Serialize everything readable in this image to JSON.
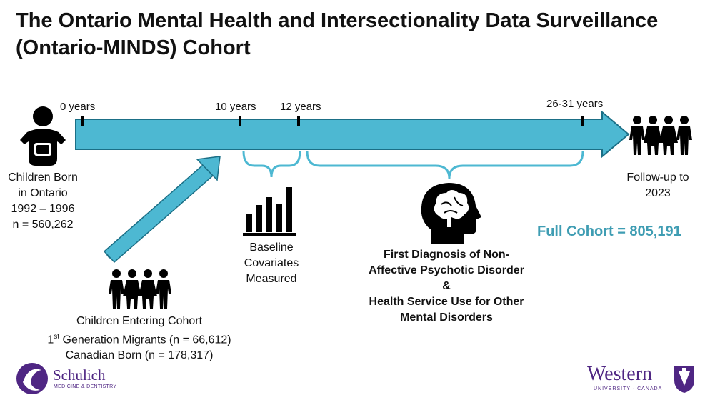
{
  "title": "The Ontario Mental Health and Intersectionality Data Surveillance (Ontario-MINDS) Cohort",
  "timeline": {
    "ticks": [
      "0 years",
      "10 years",
      "12 years",
      "26-31 years"
    ]
  },
  "born": {
    "line1": "Children Born",
    "line2": "in Ontario",
    "line3": "1992 – 1996",
    "line4": "n = 560,262"
  },
  "followup": {
    "line1": "Follow-up to",
    "line2": "2023"
  },
  "full_cohort": "Full Cohort = 805,191",
  "baseline": {
    "line1": "Baseline",
    "line2": "Covariates",
    "line3": "Measured"
  },
  "diagnosis": {
    "line1": "First Diagnosis of Non-",
    "line2": "Affective Psychotic Disorder",
    "line3": "&",
    "line4": "Health Service Use for Other",
    "line5": "Mental Disorders"
  },
  "entering": {
    "line1": "Children Entering Cohort",
    "line2_num": "1",
    "line2_sup": "st",
    "line2_rest": " Generation Migrants (n = 66,612)",
    "line3": "Canadian Born (n = 178,317)"
  },
  "logos": {
    "schulich_name": "Schulich",
    "schulich_sub": "MEDICINE & DENTISTRY",
    "western_name": "Western",
    "western_sub": "UNIVERSITY · CANADA"
  },
  "colors": {
    "arrow_fill": "#4db8d2",
    "arrow_stroke": "#1b6f86",
    "bracket": "#4db8d2",
    "accent_text": "#3f9db3",
    "purple": "#4f2683"
  },
  "icons": [
    "baby-icon",
    "family-icon",
    "bar-chart-icon",
    "brain-head-icon"
  ]
}
